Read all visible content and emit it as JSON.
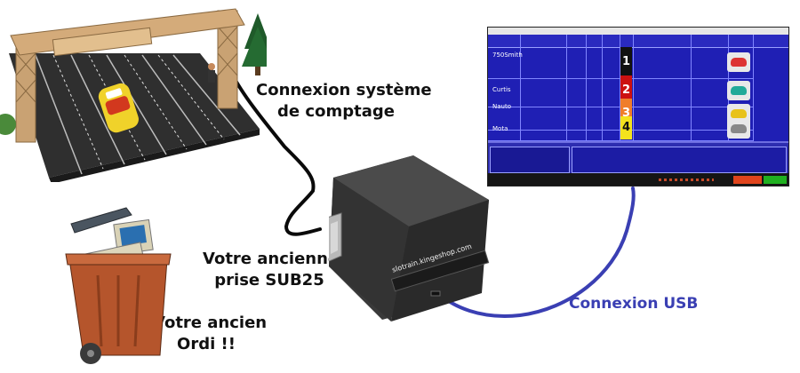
{
  "labels": {
    "comptage_line1": "Connexion système",
    "comptage_line2": "de comptage",
    "sub25_line1": "Votre ancienne",
    "sub25_line2": "prise SUB25",
    "ordi_line1": "Votre ancien",
    "ordi_line2": "Ordi !!",
    "usb": "Connexion USB"
  },
  "device": {
    "brand_label": "slotrain.kingeshop.com"
  },
  "software": {
    "drivers": [
      {
        "name": "750Smith",
        "lane": "1",
        "lane_color": "#111111",
        "lane_text": "#ffffff",
        "car_color": "#d33"
      },
      {
        "name": "Curtis",
        "lane": "2",
        "lane_color": "#cc1111",
        "lane_text": "#ffffff",
        "car_color": "#2a9"
      },
      {
        "name": "Nauto",
        "lane": "3",
        "lane_color": "#f07d2a",
        "lane_text": "#ffffff",
        "car_color": "#e8c21a"
      },
      {
        "name": "Mota",
        "lane": "4",
        "lane_color": "#f4e21d",
        "lane_text": "#111111",
        "car_color": "#888"
      }
    ]
  },
  "colors": {
    "usb_cable": "#3a3fb3",
    "serial_cable": "#0a0a0a",
    "software_bg": "#1f1fb4"
  }
}
